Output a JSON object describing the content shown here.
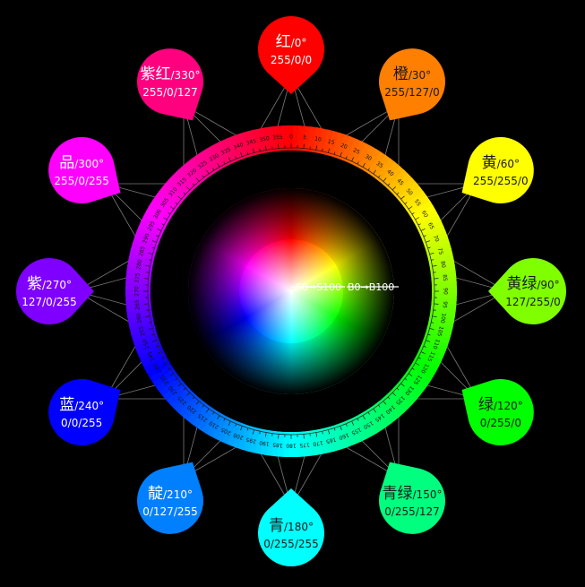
{
  "diagram": {
    "center_label_s": "S0→S100",
    "center_label_b": "B0→B100",
    "hues": [
      {
        "name": "红",
        "degree": "/0°",
        "rgb": "255/0/0",
        "color": "#ff0000"
      },
      {
        "name": "橙",
        "degree": "/30°",
        "rgb": "255/127/0",
        "color": "#ff7f00"
      },
      {
        "name": "黄",
        "degree": "/60°",
        "rgb": "255/255/0",
        "color": "#ffff00"
      },
      {
        "name": "黄绿",
        "degree": "/90°",
        "rgb": "127/255/0",
        "color": "#7fff00"
      },
      {
        "name": "绿",
        "degree": "/120°",
        "rgb": "0/255/0",
        "color": "#00ff00"
      },
      {
        "name": "青绿",
        "degree": "/150°",
        "rgb": "0/255/127",
        "color": "#00ff7f"
      },
      {
        "name": "青",
        "degree": "/180°",
        "rgb": "0/255/255",
        "color": "#00ffff"
      },
      {
        "name": "靛",
        "degree": "/210°",
        "rgb": "0/127/255",
        "color": "#007fff"
      },
      {
        "name": "蓝",
        "degree": "/240°",
        "rgb": "0/0/255",
        "color": "#0000ff"
      },
      {
        "name": "紫",
        "degree": "/270°",
        "rgb": "127/0/255",
        "color": "#7f00ff"
      },
      {
        "name": "品",
        "degree": "/300°",
        "rgb": "255/0/255",
        "color": "#ff00ff"
      },
      {
        "name": "紫红",
        "degree": "/330°",
        "rgb": "255/0/127",
        "color": "#ff007f"
      }
    ],
    "ring_ticks": [
      "0",
      "5",
      "10",
      "15",
      "20",
      "25",
      "30",
      "35",
      "40",
      "45",
      "50",
      "55",
      "60",
      "65",
      "70",
      "75",
      "80",
      "85",
      "90",
      "95",
      "100",
      "105",
      "110",
      "115",
      "120",
      "125",
      "130",
      "135",
      "140",
      "145",
      "150",
      "155",
      "160",
      "165",
      "170",
      "175",
      "180",
      "185",
      "190",
      "195",
      "200",
      "205",
      "210",
      "215",
      "220",
      "225",
      "230",
      "235",
      "240",
      "245",
      "250",
      "255",
      "260",
      "265",
      "270",
      "275",
      "280",
      "285",
      "290",
      "295",
      "300",
      "305",
      "310",
      "315",
      "320",
      "325",
      "330",
      "335",
      "340",
      "345",
      "350",
      "355"
    ]
  }
}
